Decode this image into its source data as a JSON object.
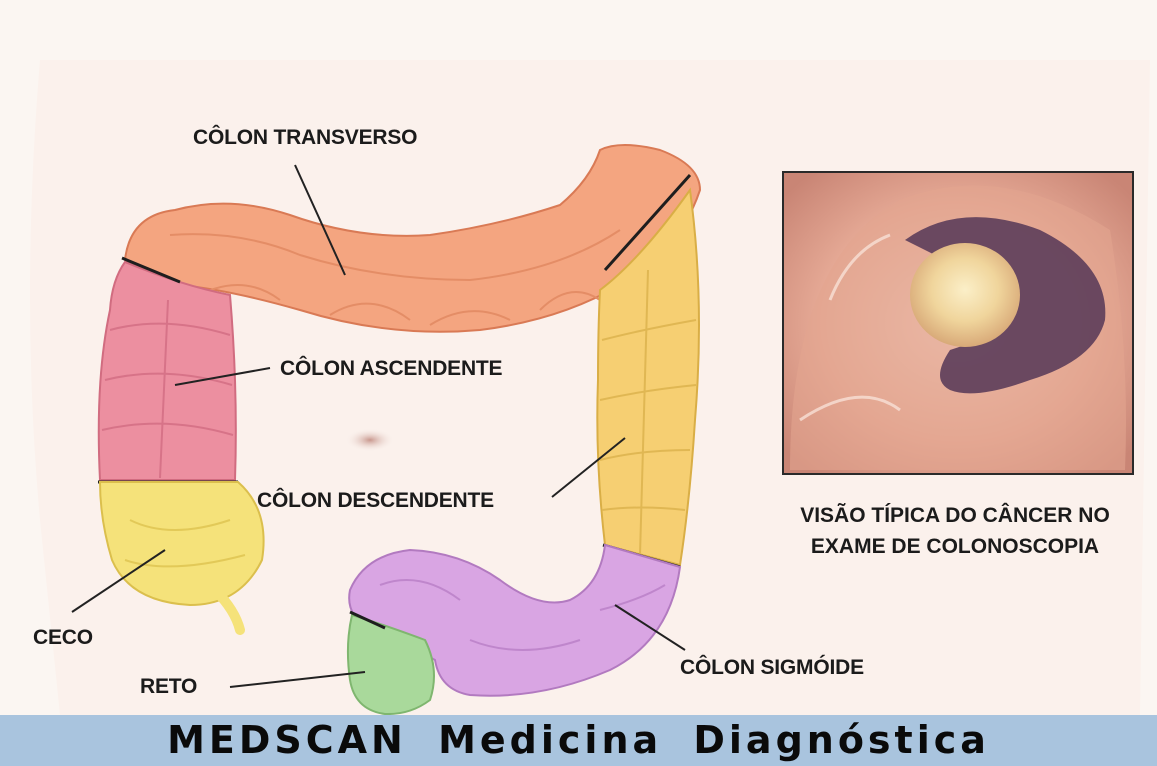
{
  "labels": {
    "transverse": "CÔLON TRANSVERSO",
    "ascending": "CÔLON ASCENDENTE",
    "descending": "CÔLON DESCENDENTE",
    "cecum": "CECO",
    "rectum": "RETO",
    "sigmoid": "CÔLON SIGMÓIDE"
  },
  "caption": {
    "line1": "VISÃO TÍPICA DO CÂNCER NO",
    "line2": "EXAME DE COLONOSCOPIA"
  },
  "banner": {
    "text": "MEDSCAN  Medicina Diagnóstica",
    "color": "#a9c4de"
  },
  "colors": {
    "transverse": "#f4a580",
    "ascending": "#ec8fa0",
    "descending": "#f6cf72",
    "cecum": "#f5e27a",
    "sigmoid": "#d9a5e3",
    "rectum": "#a9d99b"
  }
}
